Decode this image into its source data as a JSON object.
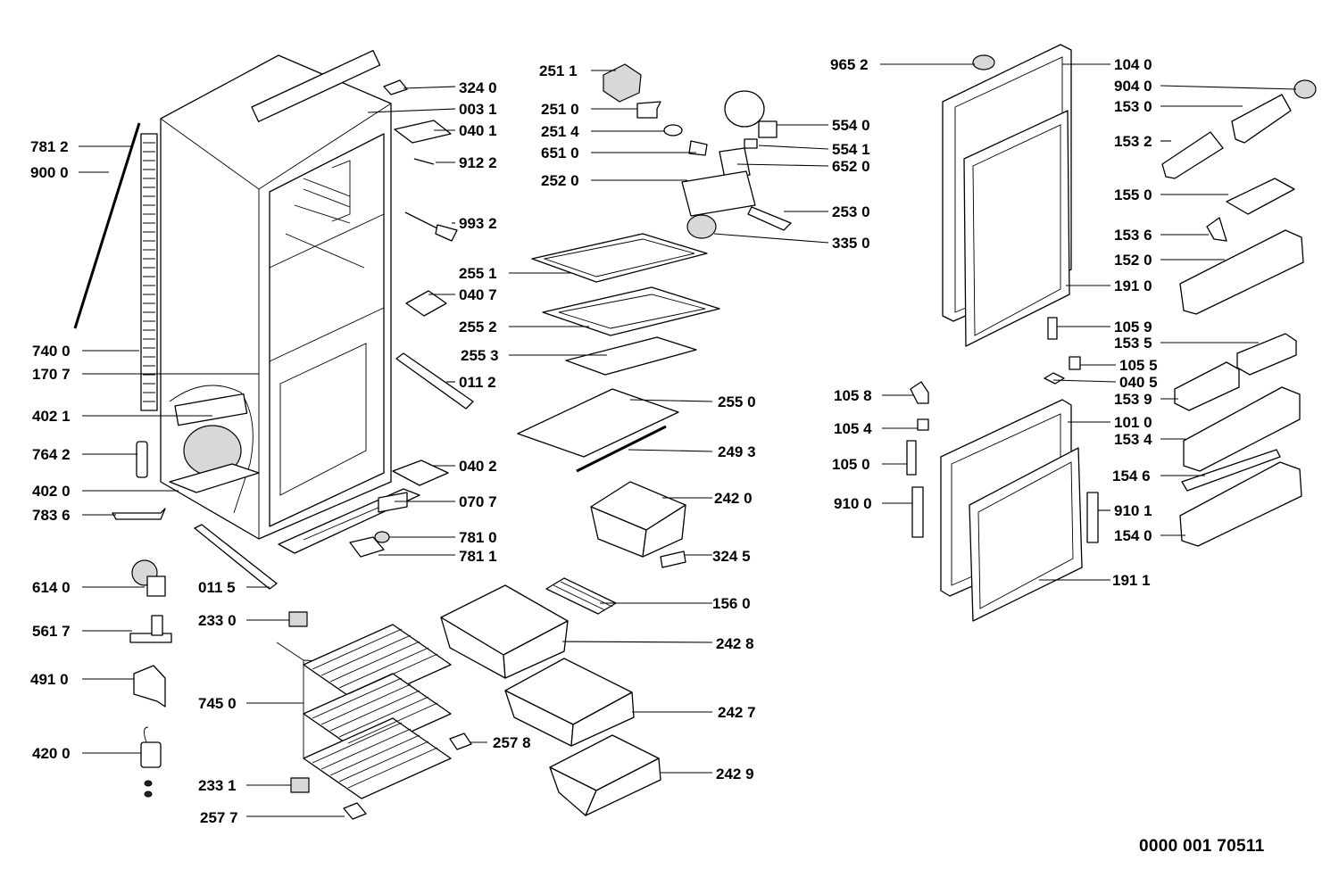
{
  "doc_id": "0000 001 70511",
  "callouts": {
    "c7812": "781 2",
    "c9000": "900 0",
    "c7400": "740 0",
    "c1707": "170 7",
    "c4021": "402 1",
    "c7642": "764 2",
    "c4020": "402 0",
    "c7836": "783 6",
    "c6140": "614 0",
    "c5617": "561 7",
    "c4910": "491 0",
    "c4200": "420 0",
    "c0115": "011 5",
    "c2330": "233 0",
    "c7450": "745 0",
    "c2331": "233 1",
    "c2577": "257 7",
    "c3240": "324 0",
    "c0031": "003 1",
    "c0401": "040 1",
    "c9122": "912 2",
    "c9932": "993 2",
    "c0407": "040 7",
    "c0112": "011 2",
    "c0402": "040 2",
    "c0707": "070 7",
    "c7810": "781 0",
    "c7811": "781 1",
    "c2511": "251 1",
    "c2510": "251 0",
    "c2514": "251 4",
    "c6510": "651 0",
    "c2520": "252 0",
    "c5540": "554 0",
    "c5541": "554 1",
    "c6520": "652 0",
    "c2530": "253 0",
    "c3350": "335 0",
    "c2551": "255 1",
    "c2552": "255 2",
    "c2553": "255 3",
    "c2550": "255 0",
    "c2493": "249 3",
    "c2420": "242 0",
    "c3245": "324 5",
    "c1560": "156 0",
    "c2428": "242 8",
    "c2427": "242 7",
    "c2578": "257 8",
    "c2429": "242 9",
    "c9652": "965 2",
    "c1040": "104 0",
    "c9040": "904 0",
    "c1530": "153 0",
    "c1532": "153 2",
    "c1550": "155 0",
    "c1536": "153 6",
    "c1520": "152 0",
    "c1910": "191 0",
    "c1059": "105 9",
    "c1535": "153 5",
    "c1055": "105 5",
    "c0405": "040 5",
    "c1058": "105 8",
    "c1539": "153 9",
    "c1010": "101 0",
    "c1054": "105 4",
    "c1534": "153 4",
    "c1050": "105 0",
    "c1546": "154 6",
    "c9100": "910 0",
    "c9101": "910 1",
    "c1540": "154 0",
    "c1911": "191 1"
  }
}
